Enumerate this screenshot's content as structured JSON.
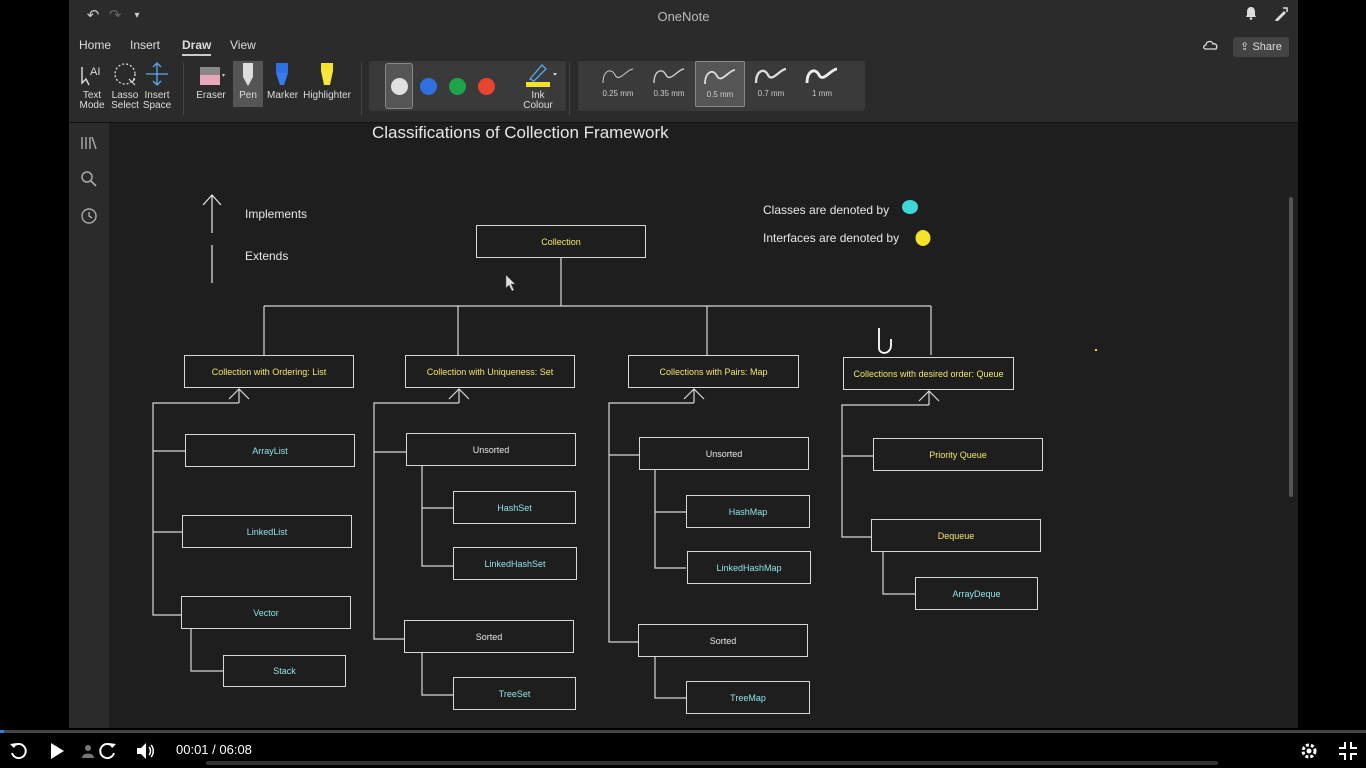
{
  "app": {
    "title": "OneNote"
  },
  "ribbon": {
    "tabs": [
      {
        "label": "Home"
      },
      {
        "label": "Insert"
      },
      {
        "label": "Draw"
      },
      {
        "label": "View"
      }
    ],
    "active_tab": "Draw",
    "share_label": "Share",
    "tools": {
      "text_mode_1": "Text",
      "text_mode_2": "Mode",
      "lasso_1": "Lasso",
      "lasso_2": "Select",
      "insert_space_1": "Insert",
      "insert_space_2": "Space",
      "eraser": "Eraser",
      "pen": "Pen",
      "marker": "Marker",
      "highlighter": "Highlighter",
      "ink_colour_1": "Ink",
      "ink_colour_2": "Colour"
    },
    "pen_colors": [
      "#e0e0e0",
      "#2f6fe0",
      "#1ea34a",
      "#e8452e"
    ],
    "thickness": [
      "0.25 mm",
      "0.35 mm",
      "0.5 mm",
      "0.7 mm",
      "1 mm"
    ],
    "selected_thickness": "0.5 mm"
  },
  "page": {
    "title": "Classifications of Collection Framework",
    "legend": {
      "implements": "Implements",
      "extends": "Extends",
      "classes": "Classes are denoted by",
      "interfaces": "Interfaces are denoted by",
      "class_color": "#3fd6d8",
      "interface_color": "#f2e22a"
    },
    "nodes": {
      "collection": "Collection",
      "list": "Collection with Ordering: List",
      "set": "Collection with Uniqueness: Set",
      "map": "Collections with Pairs: Map",
      "queue": "Collections with desired order: Queue",
      "arraylist": "ArrayList",
      "linkedlist": "LinkedList",
      "vector": "Vector",
      "stack": "Stack",
      "set_unsorted": "Unsorted",
      "hashset": "HashSet",
      "linkedhashset": "LinkedHashSet",
      "set_sorted": "Sorted",
      "treeset": "TreeSet",
      "map_unsorted": "Unsorted",
      "hashmap": "HashMap",
      "linkedhashmap": "LinkedHashMap",
      "map_sorted": "Sorted",
      "treemap": "TreeMap",
      "priorityqueue": "Priority Queue",
      "dequeue": "Dequeue",
      "arraydeque": "ArrayDeque"
    }
  },
  "player": {
    "time": "00:01 / 06:08",
    "progress": 0.003
  }
}
